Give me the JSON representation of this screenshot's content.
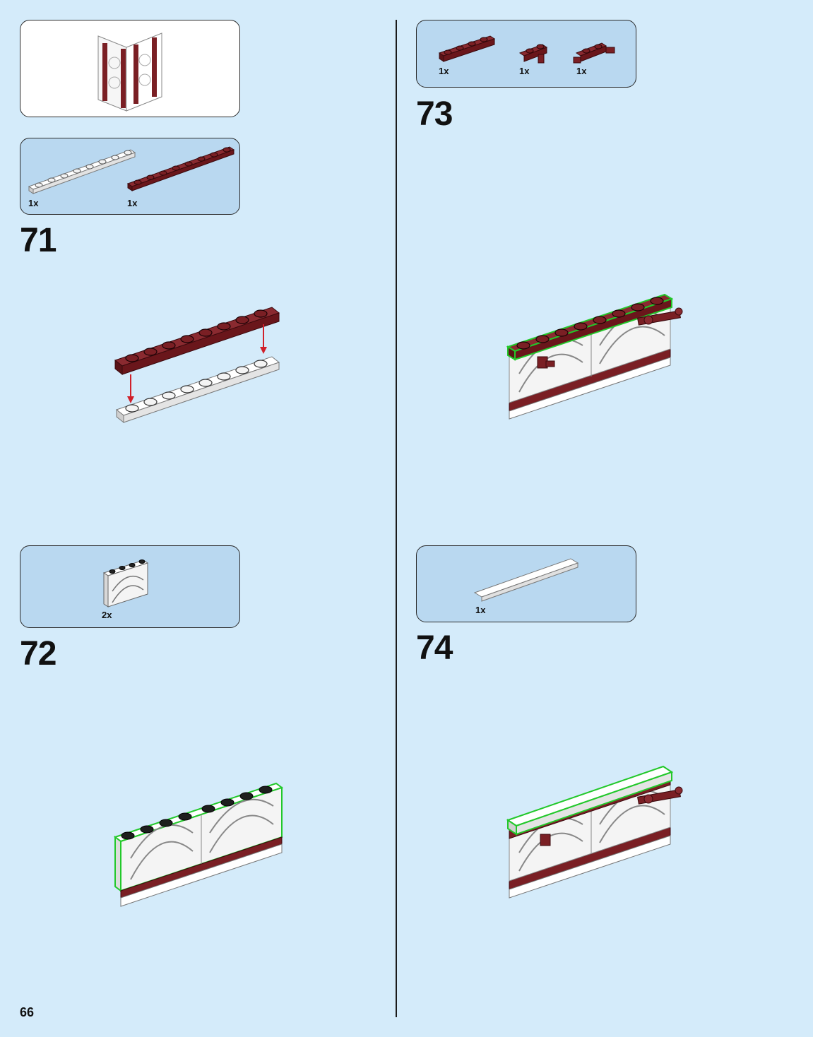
{
  "page_number": "66",
  "steps": [
    {
      "number": "71",
      "parts": [
        {
          "qty": "1x",
          "part": "white 1x8 plate"
        },
        {
          "qty": "1x",
          "part": "dark red 1x8 plate"
        }
      ]
    },
    {
      "number": "72",
      "parts": [
        {
          "qty": "2x",
          "part": "white fence 1x4x2 with arches"
        }
      ]
    },
    {
      "number": "73",
      "parts": [
        {
          "qty": "1x",
          "part": "dark red 1x4 plate"
        },
        {
          "qty": "1x",
          "part": "dark red plate with clip"
        },
        {
          "qty": "1x",
          "part": "dark red plate with bar holders"
        }
      ]
    },
    {
      "number": "74",
      "parts": [
        {
          "qty": "1x",
          "part": "white 1x8 tile"
        }
      ]
    }
  ],
  "colors": {
    "background": "#d4ebfa",
    "parts_box": "#b9d8f0",
    "dark_red": "#7a1f24",
    "white_brick": "#f4f4f4",
    "highlight_green": "#22c82a",
    "arrow_red": "#d0202a"
  }
}
